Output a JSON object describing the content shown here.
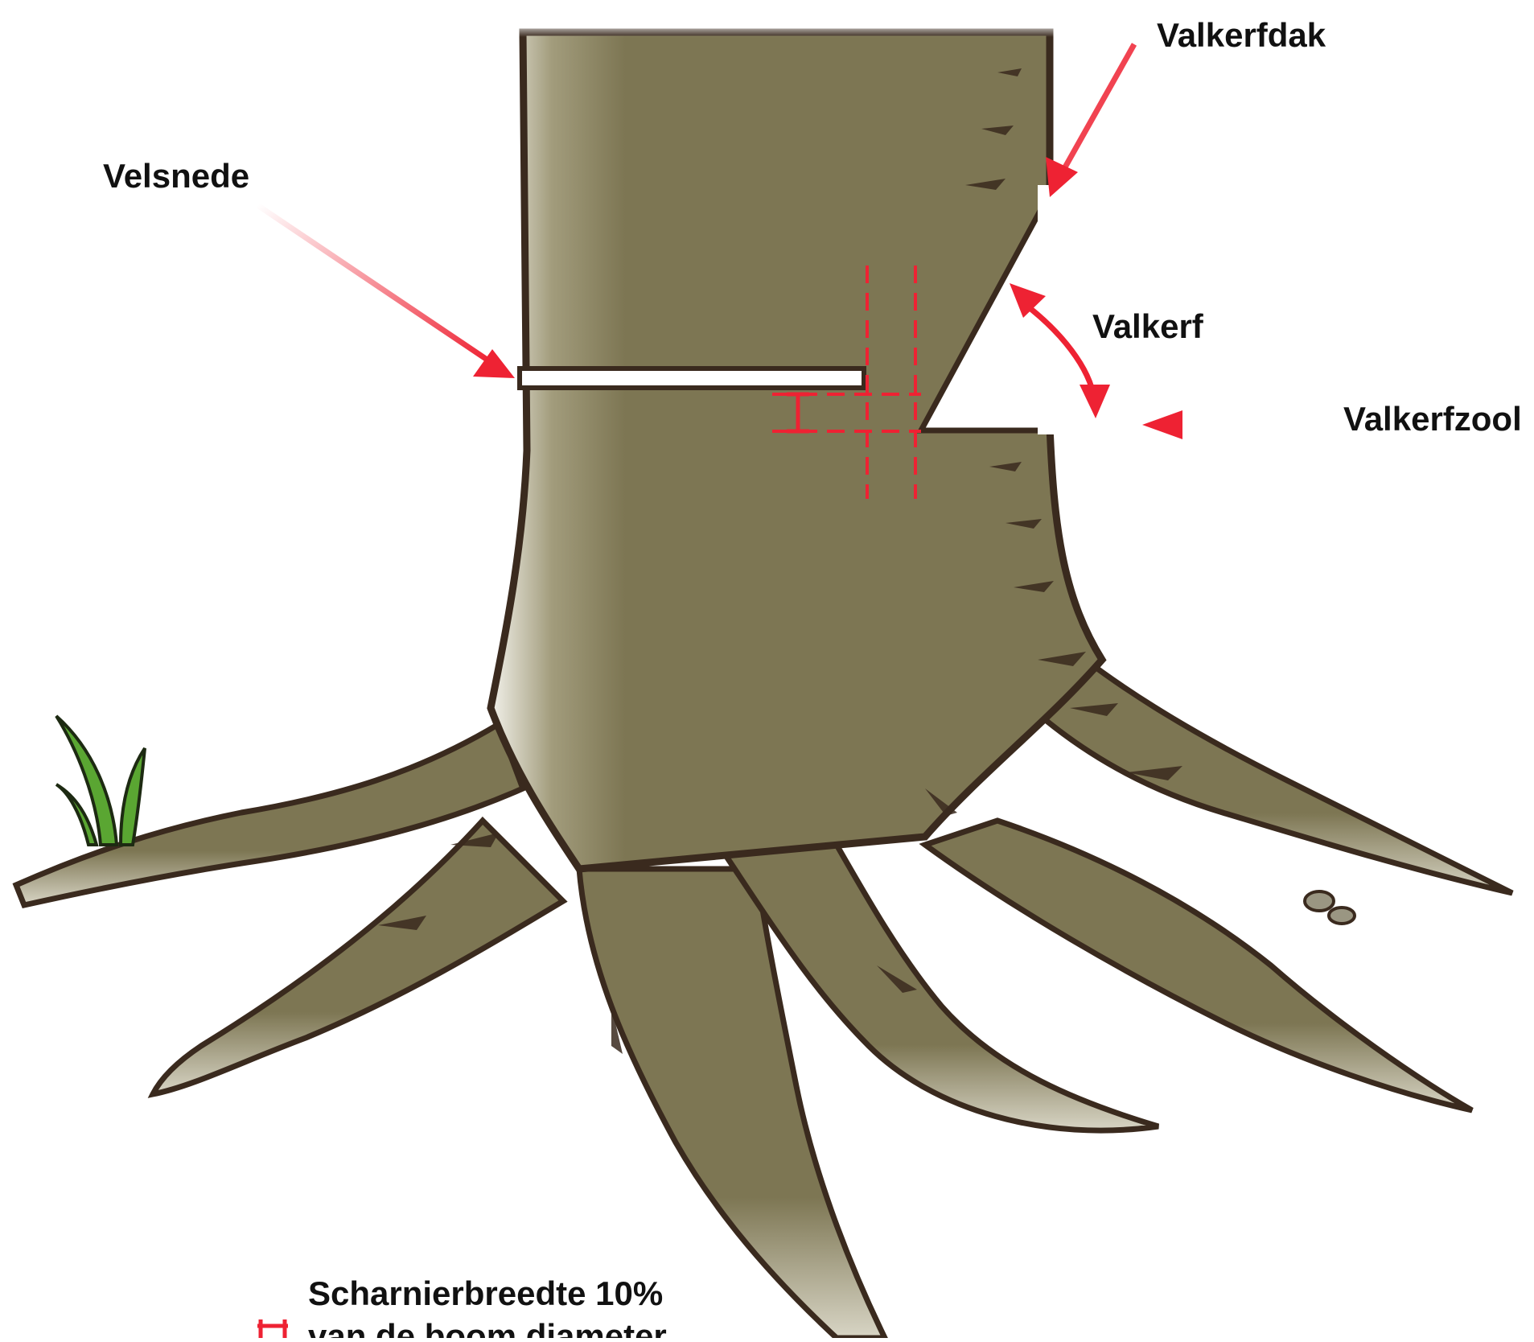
{
  "diagram": {
    "labels": {
      "velsnede": "Velsnede",
      "valkerfdak": "Valkerfdak",
      "valkerf": "Valkerf",
      "valkerfzool": "Valkerfzool",
      "legend_line1": "Scharnierbreedte 10%",
      "legend_line2": "van de boom diameter"
    },
    "colors": {
      "trunk": "#7d7653",
      "trunk_light": "#a8a285",
      "outline": "#3a2a1e",
      "marker": "#ee2233",
      "grass": "#5aa632"
    }
  }
}
